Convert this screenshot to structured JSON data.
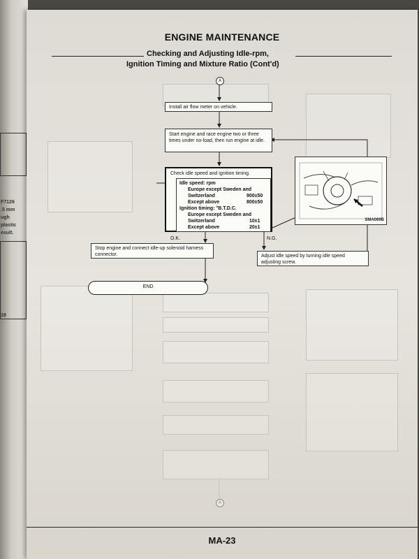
{
  "header": {
    "title": "ENGINE MAINTENANCE",
    "subtitle_line1": "Checking and Adjusting Idle-rpm,",
    "subtitle_line2": "Ignition Timing and Mixture Ratio (Cont'd)"
  },
  "flowchart": {
    "connector_top": "A",
    "connector_bottom": "A",
    "step1": "Install air flow meter on vehicle.",
    "step2": "Start engine and race engine two or three times under no-load, then run engine at idle.",
    "check": {
      "heading": "Check idle speed and ignition timing.",
      "idle_speed_label": "Idle speed:  rpm",
      "row1_label": "Europe except Sweden and",
      "row1b_label": "Switzerland",
      "row1_value": "900±50",
      "row2_label": "Except above",
      "row2_value": "800±50",
      "timing_label": "Ignition timing:  °B.T.D.C.",
      "row3_label": "Europe except Sweden and",
      "row3b_label": "Switzerland",
      "row3_value": "10±1",
      "row4_label": "Except above",
      "row4_value": "20±1"
    },
    "ok_label": "O.K.",
    "ng_label": "N.G.",
    "ok_step": "Stop engine and connect idle-up solenoid harness connector.",
    "ng_step": "Adjust idle speed by turning idle speed adjusting screw.",
    "end_label": "END",
    "photo_code": "SMA069B"
  },
  "footer": {
    "page_number": "MA-23"
  },
  "left_page_fragments": {
    "frag1": "F7126",
    "frag2": ".5 mm",
    "frag3": "ugh",
    "frag4": "plastic",
    "frag5": "esult.",
    "frag6": "18"
  },
  "colors": {
    "paper": "#e4e1da",
    "ink": "#111111",
    "box_fill": "#fbfbf8"
  }
}
